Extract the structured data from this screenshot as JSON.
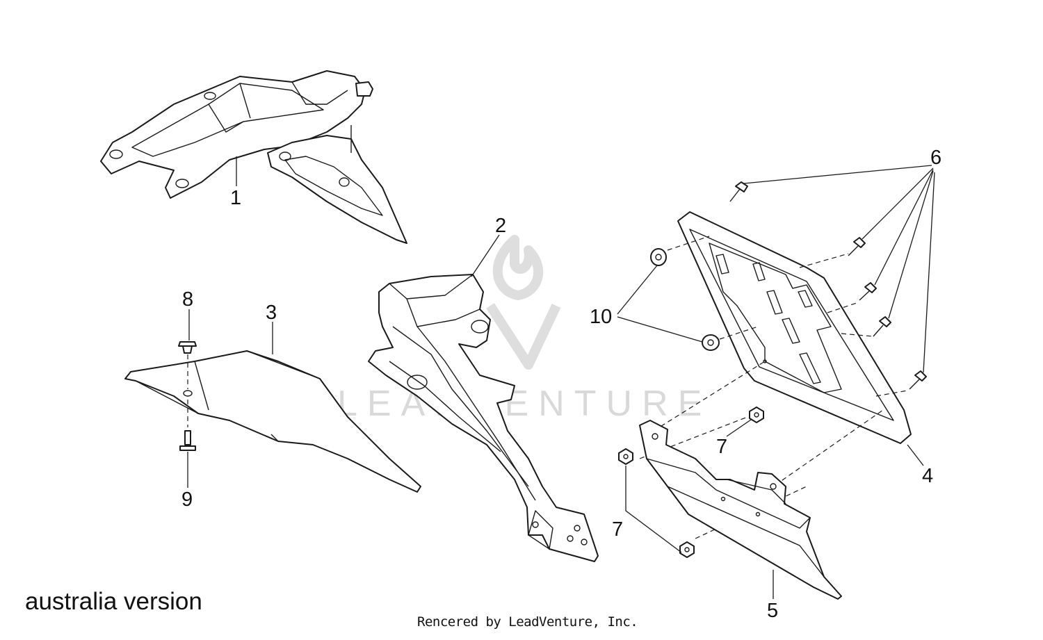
{
  "diagram": {
    "callouts": {
      "c1": "1",
      "c2": "2",
      "c3": "3",
      "c4": "4",
      "c5": "5",
      "c6": "6",
      "c7a": "7",
      "c7b": "7",
      "c8": "8",
      "c9": "9",
      "c10": "10"
    },
    "watermark_text": "LEADVENTURE",
    "version_label": "australia version",
    "credit": "Rencered by LeadVenture, Inc."
  },
  "colors": {
    "line": "#1a1a1a",
    "watermark": "#d9d9d9",
    "background": "#ffffff"
  }
}
